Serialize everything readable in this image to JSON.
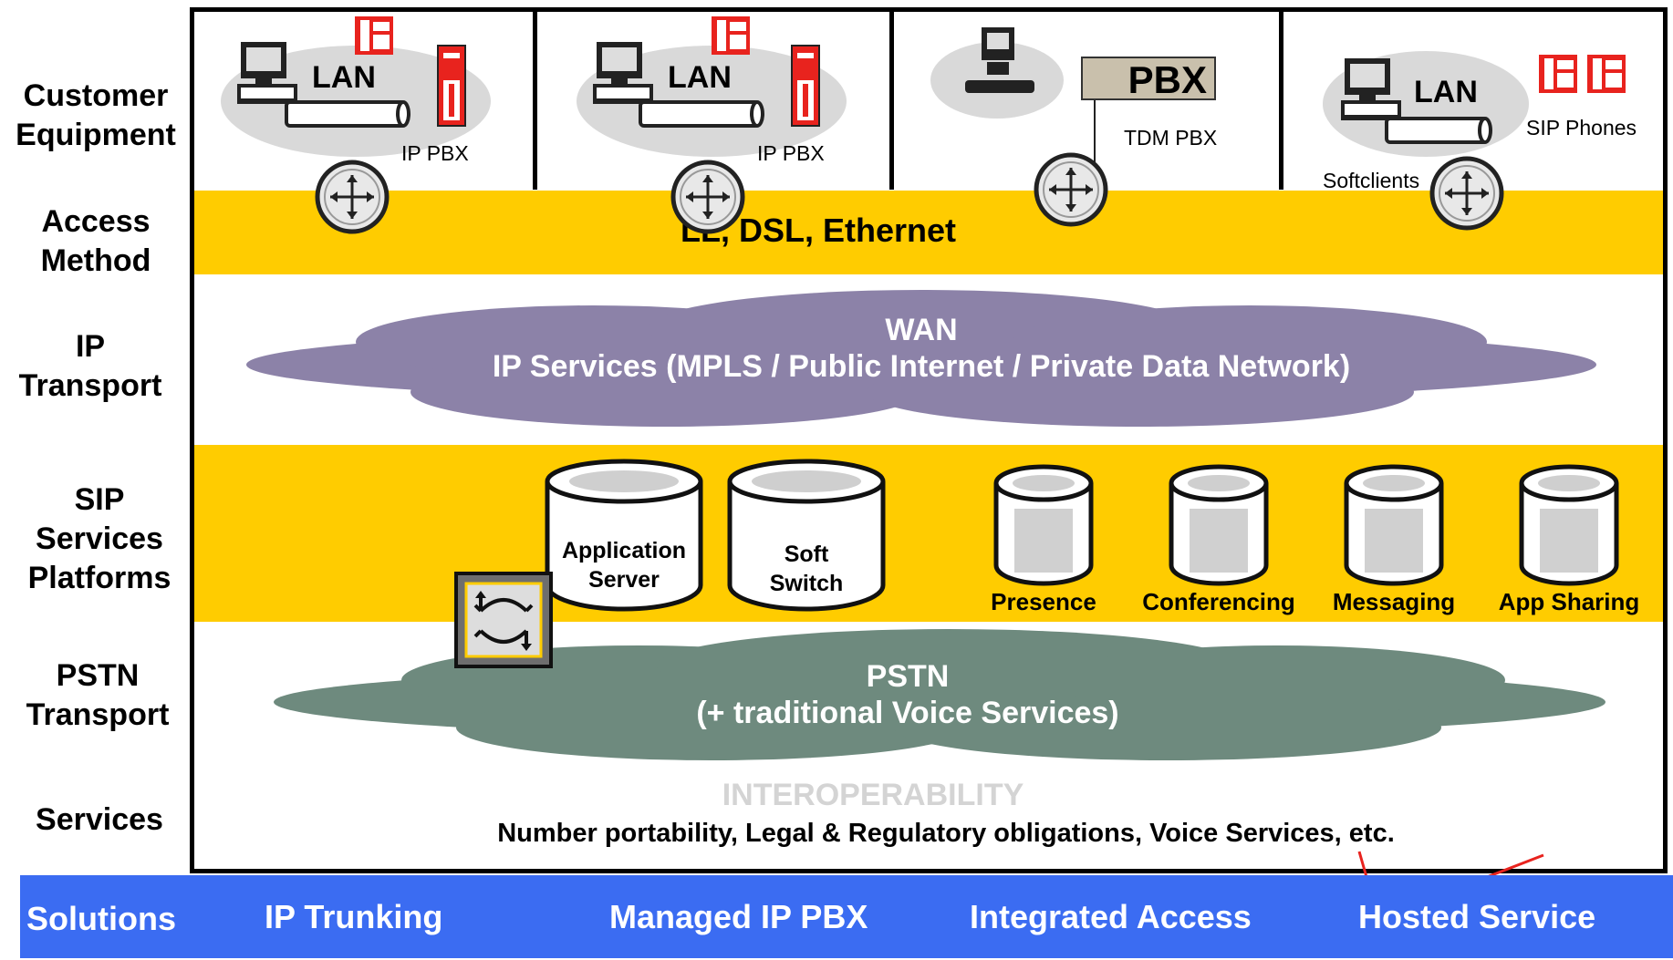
{
  "rows": {
    "customer": [
      "Customer",
      "Equipment"
    ],
    "access": [
      "Access",
      "Method"
    ],
    "ip": [
      "IP",
      "Transport"
    ],
    "sip": [
      "SIP",
      "Services",
      "Platforms"
    ],
    "pstn": [
      "PSTN",
      "Transport"
    ],
    "services": "Services"
  },
  "sites": {
    "lan": "LAN",
    "ip_pbx": "IP PBX",
    "pbx": "PBX",
    "tdm_pbx": "TDM PBX",
    "sip_phones": "SIP Phones",
    "softclients": "Softclients"
  },
  "access_method": "LL, DSL, Ethernet",
  "wan": {
    "title": "WAN",
    "subtitle": "IP Services (MPLS / Public Internet / Private Data Network)"
  },
  "platforms": {
    "app_server": [
      "Application",
      "Server"
    ],
    "soft_switch": [
      "Soft",
      "Switch"
    ],
    "presence": "Presence",
    "conferencing": "Conferencing",
    "messaging": "Messaging",
    "app_sharing": "App Sharing"
  },
  "pstn": {
    "title": "PSTN",
    "subtitle": "(+ traditional Voice Services)"
  },
  "interoperability": "INTEROPERABILITY",
  "services_text": "Number portability, Legal & Regulatory obligations, Voice Services, etc.",
  "solutions": {
    "label": "Solutions",
    "items": [
      "IP Trunking",
      "Managed IP PBX",
      "Integrated Access",
      "Hosted Service"
    ]
  },
  "colors": {
    "band": "#FFCC00",
    "wan_cloud": "#8C82A8",
    "pstn_cloud": "#6E8A7E",
    "solutions": "#3B6CF2",
    "phone_red": "#E8231E"
  }
}
